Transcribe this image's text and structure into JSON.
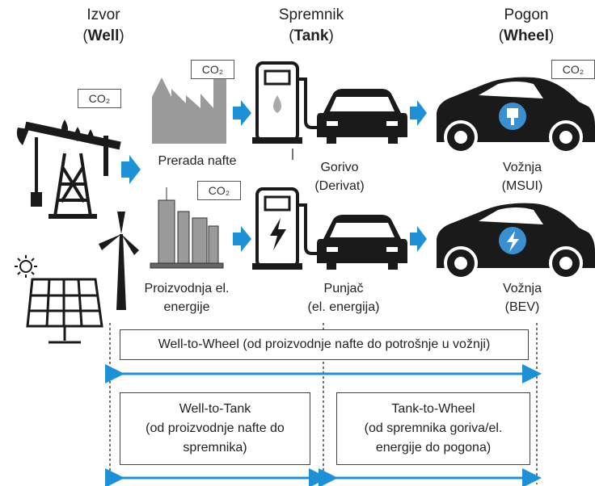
{
  "headers": {
    "source": {
      "line1": "Izvor",
      "open": "(",
      "bold": "Well",
      "close": ")"
    },
    "tank": {
      "line1": "Spremnik",
      "open": "(",
      "bold": "Tank",
      "close": ")"
    },
    "drive": {
      "line1": "Pogon",
      "open": "(",
      "bold": "Wheel",
      "close": ")"
    }
  },
  "co2": "CO₂",
  "labels": {
    "refining": "Prerada nafte",
    "fuel_1": "Gorivo",
    "fuel_2": "(Derivat)",
    "drive_ice_1": "Vožnja",
    "drive_ice_2": "(MSUI)",
    "power_1": "Proizvodnja el.",
    "power_2": "energije",
    "charger_1": "Punjač",
    "charger_2": "(el. energija)",
    "drive_bev_1": "Vožnja",
    "drive_bev_2": "(BEV)"
  },
  "spans": {
    "wtw": "Well-to-Wheel (od proizvodnje nafte do potrošnje u vožnji)",
    "wtt_1": "Well-to-Tank",
    "wtt_2": "(od proizvodnje nafte do",
    "wtt_3": "spremnika)",
    "ttw_1": "Tank-to-Wheel",
    "ttw_2": "(od spremnika goriva/el.",
    "ttw_3": "energije do pogona)"
  },
  "colors": {
    "arrow_blue": "#1e90d6",
    "icon_black": "#1a1a1a",
    "factory_grey": "#9a9a9a",
    "badge_blue": "#3a8fd0"
  }
}
